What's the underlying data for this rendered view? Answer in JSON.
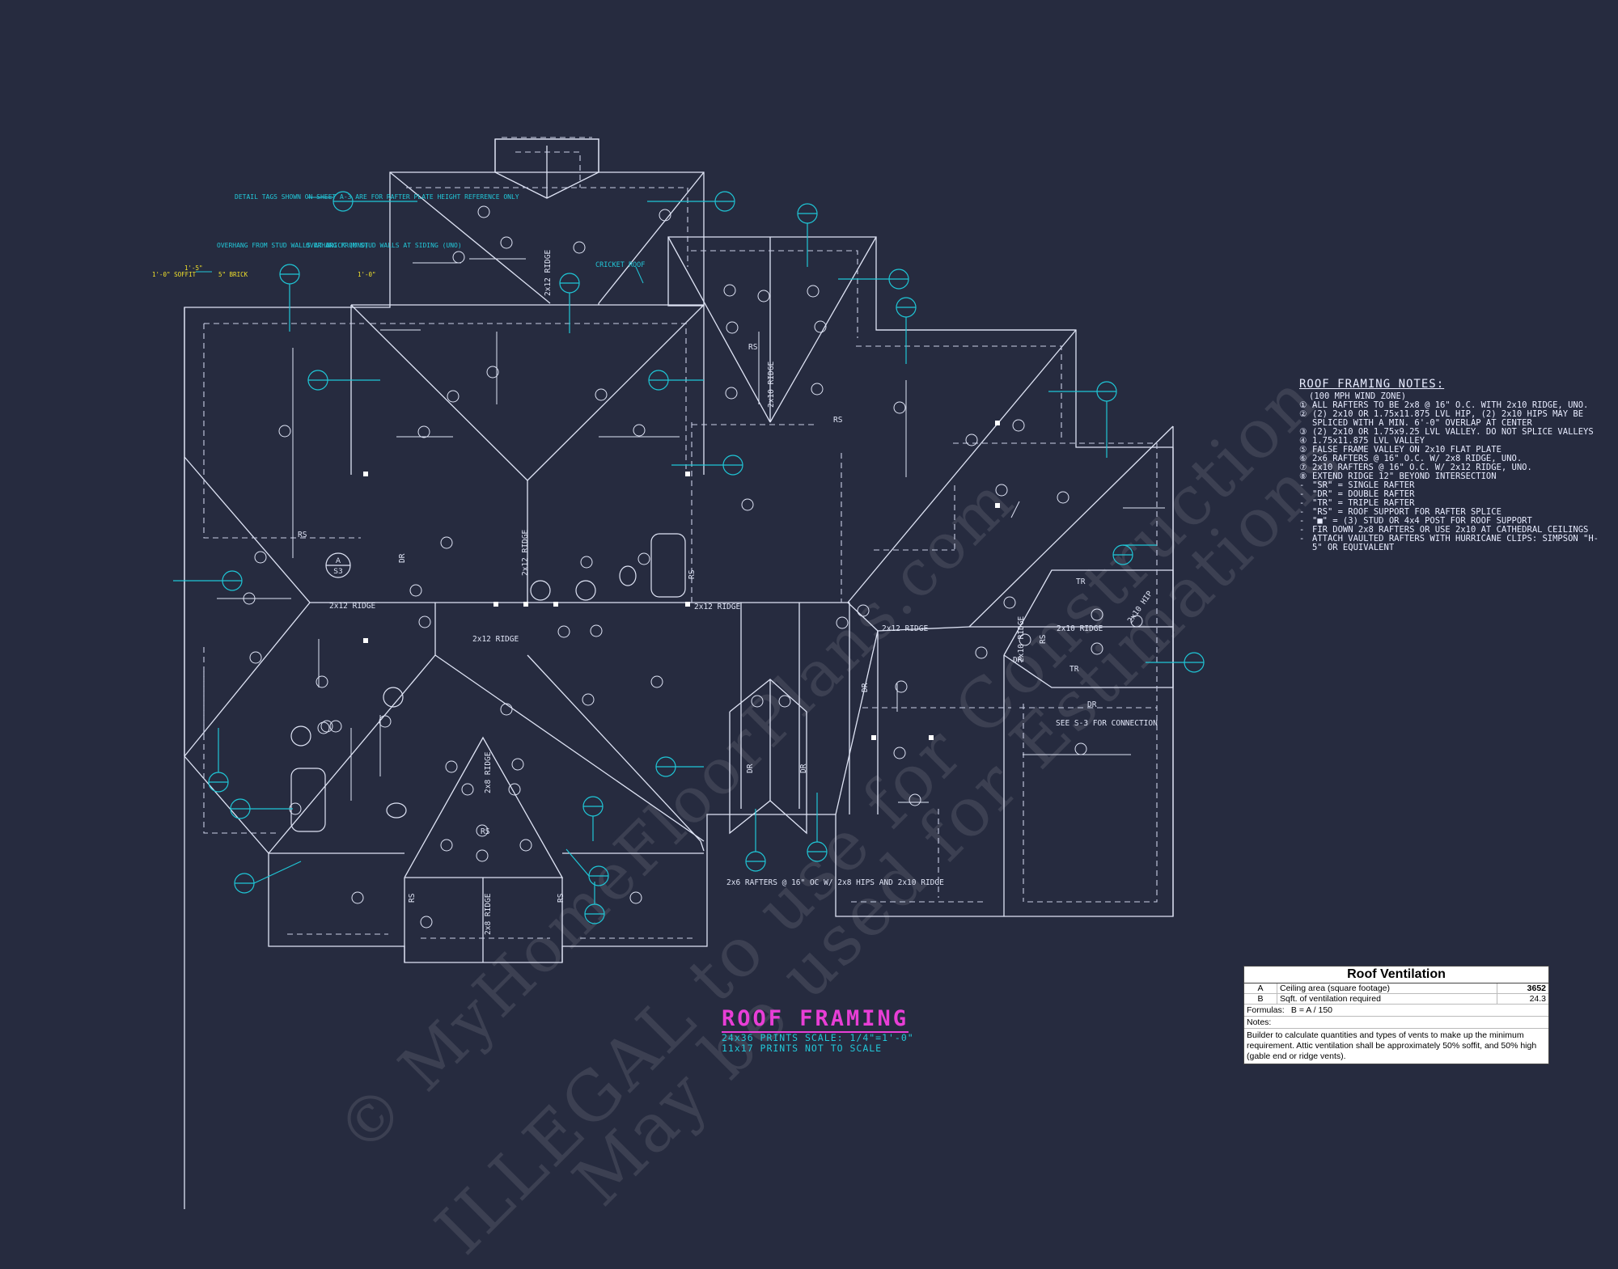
{
  "watermark": {
    "line1": "© MyHomeFloorPlans.com",
    "line2": "ILLEGAL to use for Construction",
    "line3": "May be used for Estimations"
  },
  "colors": {
    "background": "#262b3f",
    "linework": "#dfe4f5",
    "tags": "#1fc6d6",
    "title": "#e83ed6",
    "yellow": "#f1e12b"
  },
  "plan_labels": {
    "detail_tags": "DETAIL TAGS SHOWN ON SHEET A-3 ARE FOR RAFTER PLATE HEIGHT REFERENCE ONLY",
    "overhang_brick": "OVERHANG FROM STUD WALLS AT BRICK (UNO)",
    "overhang_siding": "OVERHANG FROM STUD WALLS AT SIDING (UNO)",
    "soffit": "1'-0\" SOFFIT",
    "dim_top": "1'-5\"",
    "brick": "5\" BRICK",
    "dim_right": "1'-0\"",
    "cricket": "CRICKET ROOF",
    "ridge_2x12": "2x12 RIDGE",
    "ridge_2x10": "2x10 RIDGE",
    "ridge_2x8": "2x8 RIDGE",
    "see_s3": "SEE S-3 FOR CONNECTION",
    "rafters_2x6": "2x6 RAFTERS @ 16\" OC W/ 2x8 HIPS AND 2x10 RIDGE",
    "rs": "RS",
    "dr": "DR",
    "tr": "TR",
    "hip": "2x10 HIP",
    "section_a": "A",
    "section_s3": "S3"
  },
  "notes": {
    "title": "ROOF FRAMING NOTES:",
    "subtitle": "(100 MPH WIND ZONE)",
    "items": [
      {
        "mark": "①",
        "text": "ALL RAFTERS TO BE 2x8 @ 16\" O.C. WITH 2x10 RIDGE, UNO."
      },
      {
        "mark": "②",
        "text": "(2) 2x10 OR 1.75x11.875 LVL HIP, (2) 2x10 HIPS MAY BE SPLICED WITH A MIN. 6'-0\" OVERLAP AT CENTER"
      },
      {
        "mark": "③",
        "text": "(2) 2x10 OR 1.75x9.25 LVL VALLEY. DO NOT SPLICE VALLEYS"
      },
      {
        "mark": "④",
        "text": "1.75x11.875 LVL VALLEY"
      },
      {
        "mark": "⑤",
        "text": "FALSE FRAME VALLEY ON 2x10 FLAT PLATE"
      },
      {
        "mark": "⑥",
        "text": "2x6 RAFTERS @ 16\" O.C. W/ 2x8 RIDGE, UNO."
      },
      {
        "mark": "⑦",
        "text": "2x10 RAFTERS @ 16\" O.C. W/ 2x12 RIDGE, UNO."
      },
      {
        "mark": "⑧",
        "text": "EXTEND RIDGE 12\" BEYOND INTERSECTION"
      },
      {
        "mark": "-",
        "text": "\"SR\" = SINGLE RAFTER"
      },
      {
        "mark": "-",
        "text": "\"DR\" = DOUBLE RAFTER"
      },
      {
        "mark": "-",
        "text": "\"TR\" = TRIPLE RAFTER"
      },
      {
        "mark": "-",
        "text": "\"RS\" = ROOF SUPPORT FOR RAFTER SPLICE"
      },
      {
        "mark": "-",
        "text": "\"■\" = (3) STUD OR 4x4 POST FOR ROOF SUPPORT"
      },
      {
        "mark": "-",
        "text": "FIR DOWN 2x8 RAFTERS OR USE 2x10 AT CATHEDRAL CEILINGS"
      },
      {
        "mark": "-",
        "text": "ATTACH VAULTED RAFTERS WITH HURRICANE CLIPS: SIMPSON \"H-5\" OR EQUIVALENT"
      }
    ]
  },
  "title_block": {
    "title": "ROOF FRAMING",
    "line1": "24x36 PRINTS SCALE: 1/4\"=1'-0\"",
    "line2": "11x17 PRINTS NOT TO SCALE"
  },
  "ventilation": {
    "title": "Roof Ventilation",
    "rows": [
      {
        "key": "A",
        "label": "Ceiling area (square footage)",
        "value": "3652"
      },
      {
        "key": "B",
        "label": "Sqft. of ventilation required",
        "value": "24.3"
      }
    ],
    "formulas_label": "Formulas:",
    "formula": "B = A / 150",
    "notes_label": "Notes:",
    "note": "Builder to calculate quantities and types of vents to make up the minimum requirement. Attic ventilation shall be approximately 50% soffit, and 50% high (gable end or ridge vents)."
  }
}
